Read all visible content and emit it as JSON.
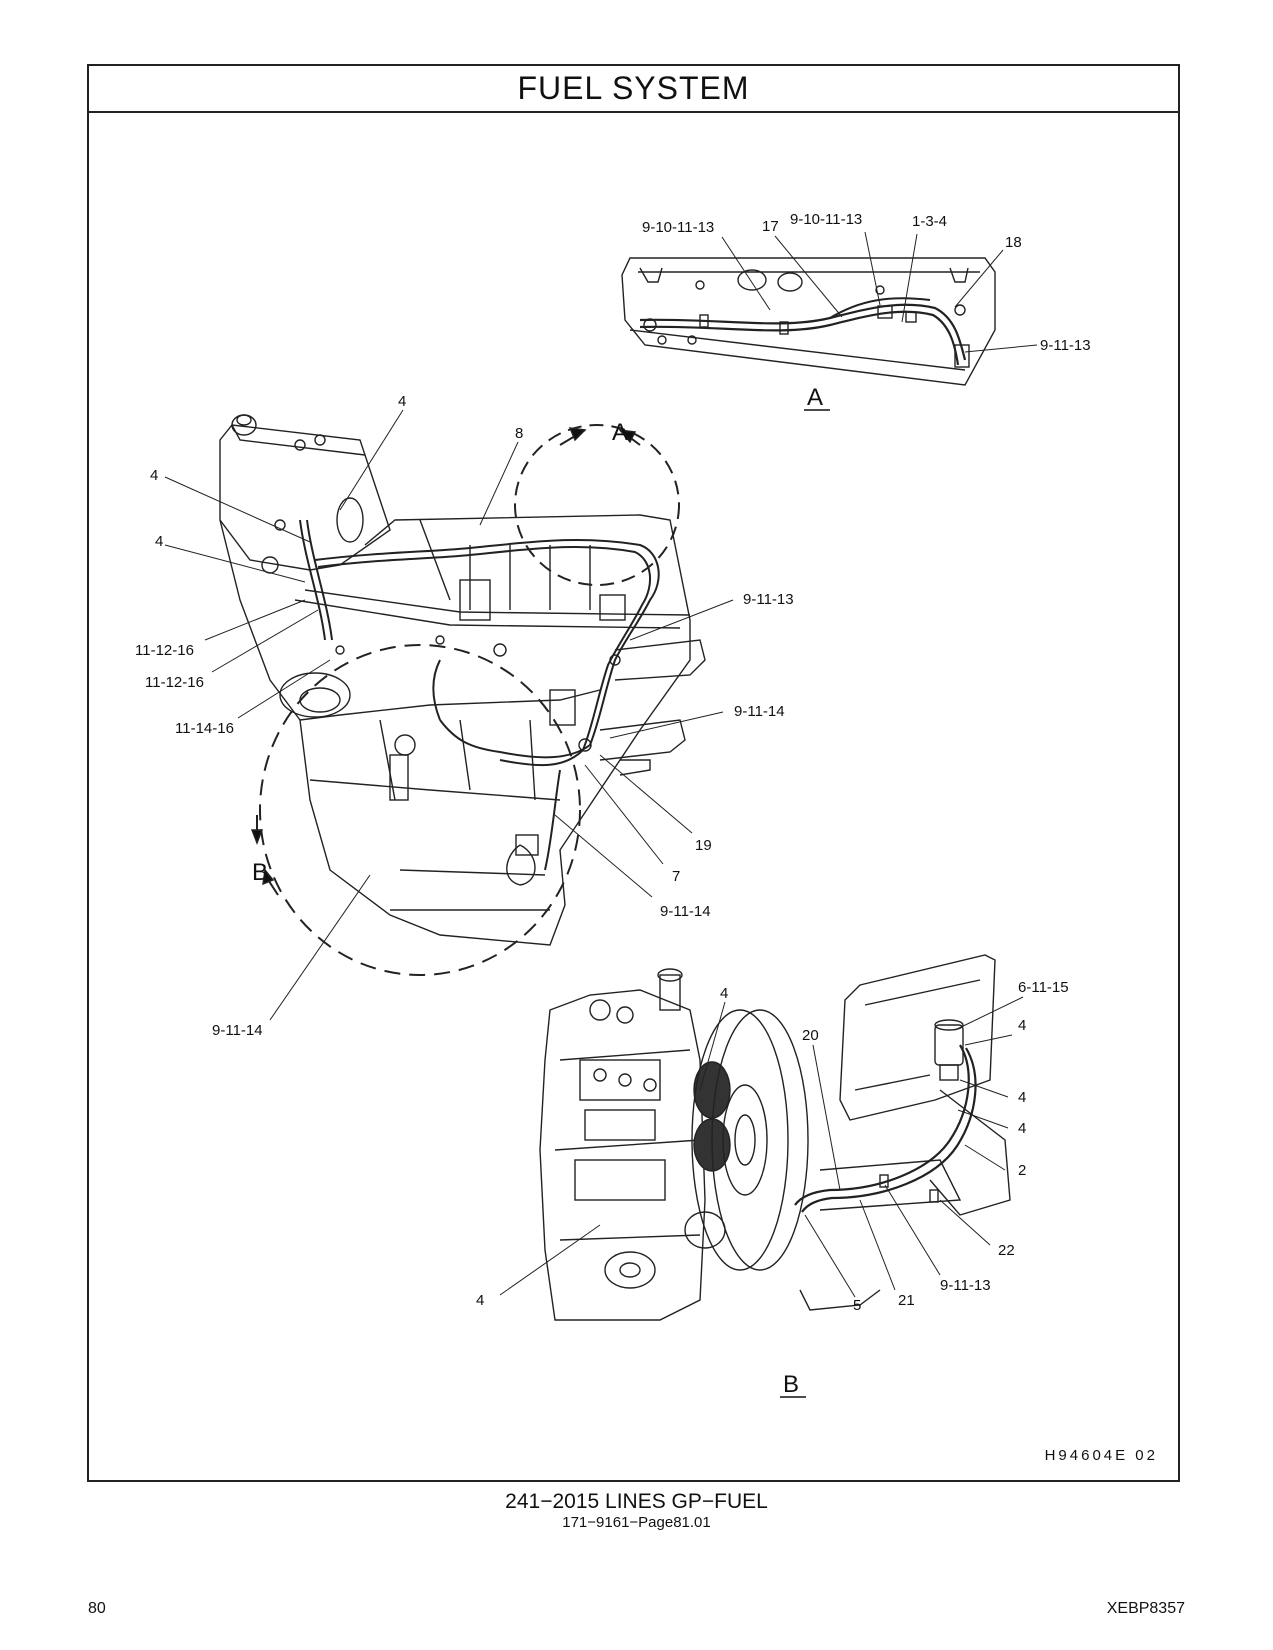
{
  "title": "FUEL   SYSTEM",
  "illustration_code": "H94604E     02",
  "caption": {
    "line1": "241−2015   LINES  GP−FUEL",
    "line2": "171−9161−Page81.01"
  },
  "footer": {
    "page_number": "80",
    "document_id": "XEBP8357"
  },
  "views": {
    "a": "A",
    "b": "B"
  },
  "callouts": {
    "a1": "9-10-11-13",
    "a2": "17",
    "a3": "9-10-11-13",
    "a4": "1-3-4",
    "a5": "18",
    "a6": "9-11-13",
    "m1": "4",
    "m2": "8",
    "m3": "4",
    "m4": "4",
    "m5": "11-12-16",
    "m6": "11-12-16",
    "m7": "11-14-16",
    "m8": "9-11-13",
    "m9": "9-11-14",
    "m10": "19",
    "m11": "7",
    "m12": "9-11-14",
    "m13": "9-11-14",
    "b1": "4",
    "b2": "20",
    "b3": "6-11-15",
    "b4": "4",
    "b5": "4",
    "b6": "4",
    "b7": "2",
    "b8": "22",
    "b9": "9-11-13",
    "b10": "21",
    "b11": "5",
    "b12": "4"
  }
}
